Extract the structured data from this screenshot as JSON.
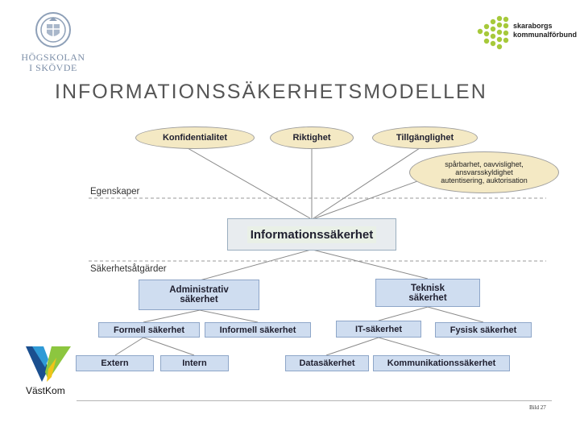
{
  "header": {
    "title": "INFORMATIONSSÄKERHETSMODELLEN"
  },
  "logos": {
    "hogskolan": {
      "line1": "HÖGSKOLAN",
      "line2": "I SKÖVDE"
    },
    "skaraborg": {
      "line1": "skaraborgs",
      "line2": "kommunalförbund",
      "accent": "#a6c93a"
    },
    "vastkom": {
      "text": "VästKom",
      "colors": [
        "#1b4f8f",
        "#2f9ad6",
        "#8cc63f",
        "#f0c419"
      ]
    }
  },
  "diagram": {
    "section_labels": {
      "top": "Egenskaper",
      "bottom": "Säkerhetsåtgärder"
    },
    "properties": [
      "Konfidentialitet",
      "Riktighet",
      "Tillgänglighet"
    ],
    "note_lines": [
      "spårbarhet, oavvislighet,",
      "ansvarsskyldighet",
      "autentisering, auktorisation"
    ],
    "center": "Informationssäkerhet",
    "level1": {
      "admin": "Administrativ säkerhet",
      "tech": "Teknisk säkerhet"
    },
    "level2": {
      "formal": "Formell säkerhet",
      "informal": "Informell säkerhet",
      "it": "IT-säkerhet",
      "physical": "Fysisk säkerhet"
    },
    "level3": {
      "external": "Extern",
      "internal": "Intern",
      "data": "Datasäkerhet",
      "comm": "Kommunikationssäkerhet"
    }
  },
  "footer": {
    "page": "Bild 27"
  }
}
